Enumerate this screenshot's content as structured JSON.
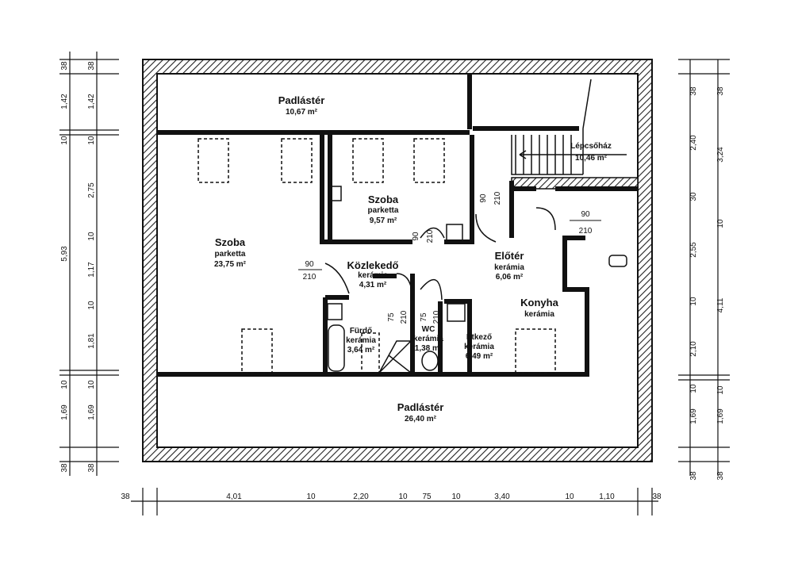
{
  "rooms": {
    "attic_top": {
      "name": "Padlástér",
      "area": "10,67 m²"
    },
    "stairwell": {
      "name": "Lépcsőház",
      "area": "10,46 m²"
    },
    "room_left": {
      "name": "Szoba",
      "floor": "parketta",
      "area": "23,75 m²"
    },
    "room_mid": {
      "name": "Szoba",
      "floor": "parketta",
      "area": "9,57 m²"
    },
    "corridor": {
      "name": "Közlekedő",
      "floor": "kerámia",
      "area": "4,31 m²"
    },
    "hall": {
      "name": "Előtér",
      "floor": "kerámia",
      "area": "6,06 m²"
    },
    "kitchen": {
      "name": "Konyha",
      "floor": "kerámia"
    },
    "bath": {
      "name": "Fürdő",
      "floor": "kerámia",
      "area": "3,64 m²"
    },
    "wc": {
      "name": "WC",
      "floor": "kerámia",
      "area": "1,38 m²"
    },
    "dining": {
      "name": "Étkező",
      "floor": "kerámia",
      "area": "6,49 m²"
    },
    "attic_bottom": {
      "name": "Padlástér",
      "area": "26,40 m²"
    }
  },
  "doors": [
    {
      "w": "90",
      "h": "210"
    },
    {
      "w": "90",
      "h": "210"
    },
    {
      "w": "90",
      "h": "210"
    },
    {
      "w": "90",
      "h": "210"
    },
    {
      "w": "75",
      "h": "210"
    },
    {
      "w": "75",
      "h": "210"
    }
  ],
  "dims_left_outer": [
    "38",
    "1,42",
    "10",
    "5,93",
    "10",
    "1,69",
    "38"
  ],
  "dims_left_inner": [
    "38",
    "1,42",
    "10",
    "2,75",
    "10",
    "1,17",
    "10",
    "1,81",
    "10",
    "1,69",
    "38"
  ],
  "dims_right_outer": [
    "38",
    "2,40",
    "30",
    "2,55",
    "10",
    "2,10",
    "10",
    "1,69",
    "38"
  ],
  "dims_right_inner": [
    "38",
    "3,24",
    "10",
    "4,11",
    "10",
    "1,69",
    "38"
  ],
  "dims_bottom": [
    "38",
    "4,01",
    "10",
    "2,20",
    "10",
    "75",
    "10",
    "3,40",
    "10",
    "1,10",
    "38"
  ]
}
